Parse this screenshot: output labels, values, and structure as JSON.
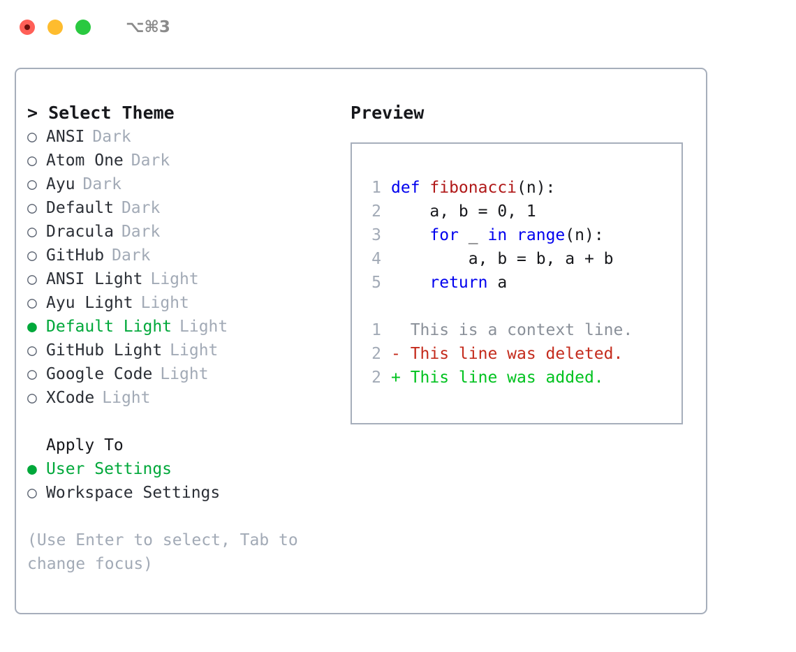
{
  "window": {
    "traffic_lights": [
      "close",
      "minimize",
      "maximize"
    ],
    "shortcut": "⌥⌘3",
    "colors": {
      "close": "#ff5f57",
      "minimize": "#febc2e",
      "maximize": "#2ac940",
      "accent_green": "#00a83a",
      "muted": "#a2aab6",
      "border": "#a6aebb",
      "keyword_blue": "#0000ee",
      "function_red": "#b01818",
      "diff_delete": "#c42b1c",
      "diff_add": "#00c21f"
    }
  },
  "theme_picker": {
    "title": "> Select Theme",
    "items": [
      {
        "marker": "hollow",
        "name": "ANSI",
        "category": "Dark",
        "selected": false
      },
      {
        "marker": "hollow",
        "name": "Atom One",
        "category": "Dark",
        "selected": false
      },
      {
        "marker": "hollow",
        "name": "Ayu",
        "category": "Dark",
        "selected": false
      },
      {
        "marker": "hollow",
        "name": "Default",
        "category": "Dark",
        "selected": false
      },
      {
        "marker": "hollow",
        "name": "Dracula",
        "category": "Dark",
        "selected": false
      },
      {
        "marker": "hollow",
        "name": "GitHub",
        "category": "Dark",
        "selected": false
      },
      {
        "marker": "hollow",
        "name": "ANSI Light",
        "category": "Light",
        "selected": false
      },
      {
        "marker": "hollow",
        "name": "Ayu Light",
        "category": "Light",
        "selected": false
      },
      {
        "marker": "filled",
        "name": "Default Light",
        "category": "Light",
        "selected": true
      },
      {
        "marker": "hollow",
        "name": "GitHub Light",
        "category": "Light",
        "selected": false
      },
      {
        "marker": "hollow",
        "name": "Google Code",
        "category": "Light",
        "selected": false
      },
      {
        "marker": "hollow",
        "name": "XCode",
        "category": "Light",
        "selected": false
      }
    ]
  },
  "apply_to": {
    "heading": "Apply To",
    "items": [
      {
        "marker": "filled",
        "name": "User Settings",
        "selected": true
      },
      {
        "marker": "hollow",
        "name": "Workspace Settings",
        "selected": false
      }
    ]
  },
  "hint": "(Use Enter to select, Tab to change focus)",
  "preview": {
    "title": "Preview",
    "code_lines": [
      {
        "no": "1",
        "segments": [
          {
            "t": "def ",
            "c": "kw"
          },
          {
            "t": "fibonacci",
            "c": "fn"
          },
          {
            "t": "(n):",
            "c": "pl"
          }
        ]
      },
      {
        "no": "2",
        "segments": [
          {
            "t": "    a, b = 0, 1",
            "c": "pl"
          }
        ]
      },
      {
        "no": "3",
        "segments": [
          {
            "t": "    ",
            "c": "pl"
          },
          {
            "t": "for",
            "c": "kw"
          },
          {
            "t": " _ ",
            "c": "pl"
          },
          {
            "t": "in",
            "c": "kw"
          },
          {
            "t": " ",
            "c": "pl"
          },
          {
            "t": "range",
            "c": "kw"
          },
          {
            "t": "(n):",
            "c": "pl"
          }
        ]
      },
      {
        "no": "4",
        "segments": [
          {
            "t": "        a, b = b, a + b",
            "c": "pl"
          }
        ]
      },
      {
        "no": "5",
        "segments": [
          {
            "t": "    ",
            "c": "pl"
          },
          {
            "t": "return",
            "c": "kw"
          },
          {
            "t": " a",
            "c": "pl"
          }
        ]
      }
    ],
    "diff_lines": [
      {
        "no": "1",
        "marker": "  ",
        "text": "This is a context line.",
        "kind": "ctx"
      },
      {
        "no": "2",
        "marker": "- ",
        "text": "This line was deleted.",
        "kind": "del"
      },
      {
        "no": "2",
        "marker": "+ ",
        "text": "This line was added.",
        "kind": "add"
      }
    ]
  }
}
